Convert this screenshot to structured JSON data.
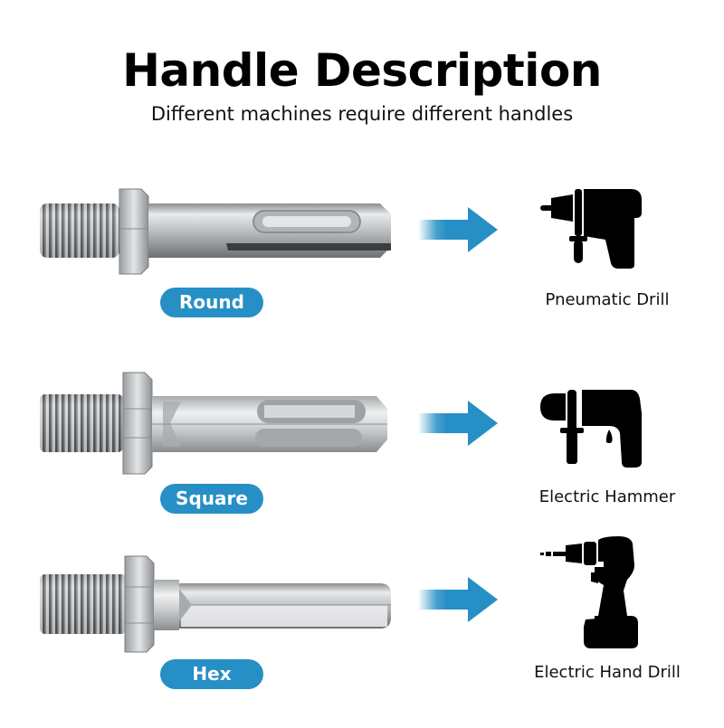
{
  "header": {
    "title": "Handle Description",
    "subtitle": "Different machines require different handles"
  },
  "colors": {
    "accent": "#268fc6",
    "pill_text": "#ffffff",
    "icon": "#000000"
  },
  "rows": [
    {
      "handle_type": "Round",
      "tool_name": "Pneumatic Drill",
      "tool_icon": "pneumatic-drill-icon"
    },
    {
      "handle_type": "Square",
      "tool_name": "Electric Hammer",
      "tool_icon": "electric-hammer-icon"
    },
    {
      "handle_type": "Hex",
      "tool_name": "Electric Hand Drill",
      "tool_icon": "cordless-drill-icon"
    }
  ]
}
